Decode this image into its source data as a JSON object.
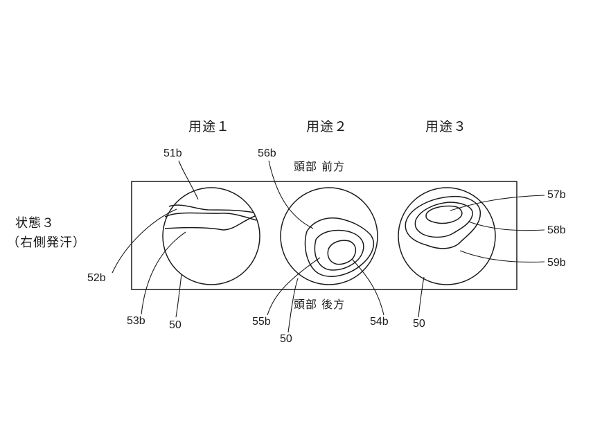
{
  "headings": {
    "use1": "用途１",
    "use2": "用途２",
    "use3": "用途３"
  },
  "state": {
    "line1": "状態３",
    "line2": "（右側発汗）"
  },
  "positions": {
    "front": "頭部 前方",
    "back": "頭部 後方"
  },
  "refs": {
    "r51b": "51b",
    "r52b": "52b",
    "r53b": "53b",
    "r50a": "50",
    "r56b": "56b",
    "r55b": "55b",
    "r50b": "50",
    "r54b": "54b",
    "r57b": "57b",
    "r58b": "58b",
    "r59b": "59b",
    "r50c": "50"
  }
}
